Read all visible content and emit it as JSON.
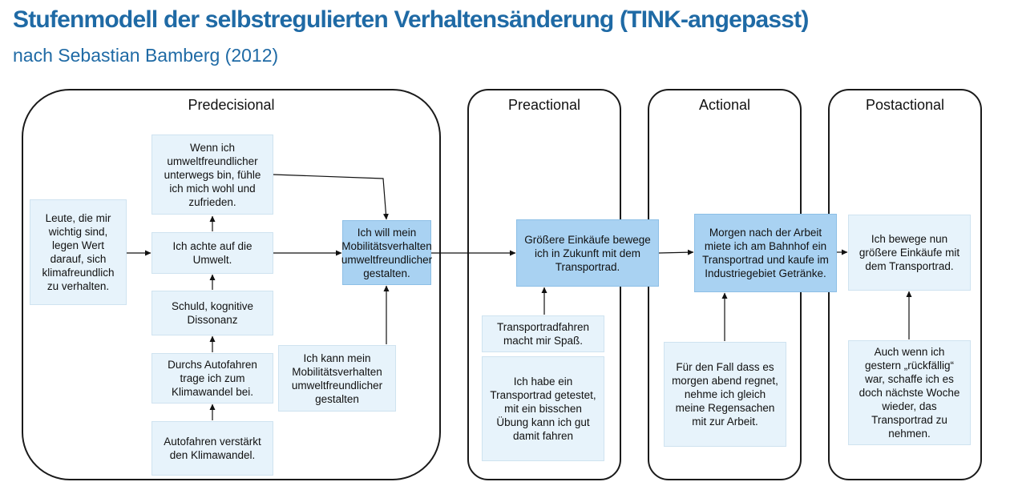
{
  "title": "Stufenmodell der selbstregulierten Verhaltensänderung (TINK-angepasst)",
  "subtitle": "nach Sebastian Bamberg (2012)",
  "stages": {
    "predecisional": "Predecisional",
    "preactional": "Preactional",
    "actional": "Actional",
    "postactional": "Postactional"
  },
  "boxes": {
    "leute": "Leute, die mir wichtig sind, legen Wert darauf, sich klimafreundlich zu verhalten.",
    "wenn": "Wenn ich umweltfreundlicher unterwegs bin, fühle ich mich wohl und zufrieden.",
    "achte": "Ich achte auf die Umwelt.",
    "schuld": "Schuld, kognitive Dissonanz",
    "durchs": "Durchs Autofahren trage ich zum Klimawandel bei.",
    "autofahren": "Autofahren verstärkt den Klimawandel.",
    "will": "Ich will mein Mobilitätsverhalten umweltfreundlicher gestalten.",
    "kann": "Ich kann mein Mobilitätsverhalten umweltfreundlicher gestalten",
    "groessere": "Größere Einkäufe bewege ich in Zukunft mit dem Transportrad.",
    "spass": "Transportradfahren macht mir Spaß.",
    "getestet": "Ich habe ein Transportrad getestet, mit ein bisschen Übung kann ich gut damit fahren",
    "morgen": "Morgen nach der Arbeit miete ich am Bahnhof ein Transportrad und kaufe im Industriegebiet Getränke.",
    "regnet": "Für den Fall dass es morgen abend regnet, nehme ich gleich meine Regensachen mit zur Arbeit.",
    "nun": "Ich bewege nun größere Einkäufe mit dem Transportrad.",
    "rueckfaellig": "Auch wenn ich gestern „rückfällig“ war, schaffe ich es doch nächste Woche wieder, das Transportrad zu nehmen."
  },
  "colors": {
    "title": "#1f6aa5",
    "box_light": "#e7f3fb",
    "box_dark": "#a9d2f2",
    "stage_border": "#1a1a1a"
  }
}
